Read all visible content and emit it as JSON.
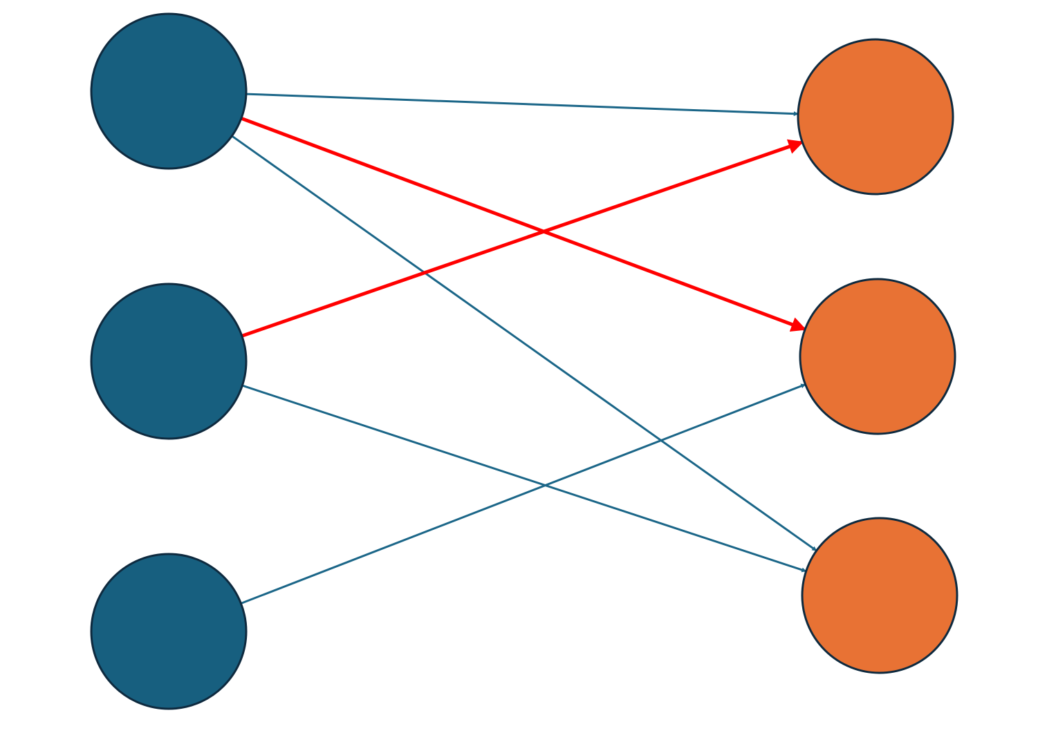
{
  "colors": {
    "background": "#ffffff",
    "left_node_fill": "#175f7f",
    "right_node_fill": "#e87234",
    "node_stroke": "#0e2a3f",
    "normal_edge": "#1b6688",
    "highlight_edge": "#ff0000"
  },
  "left_nodes": [
    {
      "id": "L1",
      "color": "left_node_fill"
    },
    {
      "id": "L2",
      "color": "left_node_fill"
    },
    {
      "id": "L3",
      "color": "left_node_fill"
    }
  ],
  "right_nodes": [
    {
      "id": "R1",
      "color": "right_node_fill"
    },
    {
      "id": "R2",
      "color": "right_node_fill"
    },
    {
      "id": "R3",
      "color": "right_node_fill"
    }
  ],
  "edges": [
    {
      "from": "L1",
      "to": "R1",
      "highlight": false
    },
    {
      "from": "L1",
      "to": "R3",
      "highlight": false
    },
    {
      "from": "L2",
      "to": "R3",
      "highlight": false
    },
    {
      "from": "L3",
      "to": "R2",
      "highlight": false
    },
    {
      "from": "L1",
      "to": "R2",
      "highlight": true
    },
    {
      "from": "L2",
      "to": "R1",
      "highlight": true
    }
  ]
}
